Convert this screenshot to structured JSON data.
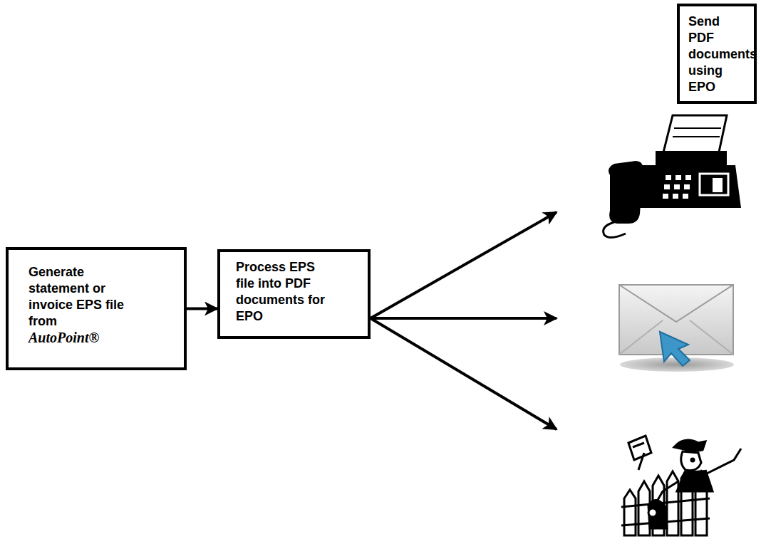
{
  "diagram": {
    "nodes": [
      {
        "text": [
          "Generate statement or invoice EPS file from",
          "AutoPoint®"
        ]
      },
      {
        "text": [
          "Process EPS file into PDF documents for EPO"
        ]
      },
      {
        "text": [
          "Send PDF documents using EPO"
        ]
      }
    ],
    "edges": [
      {
        "from": 0,
        "to": 1,
        "arrow": "to"
      }
    ]
  }
}
